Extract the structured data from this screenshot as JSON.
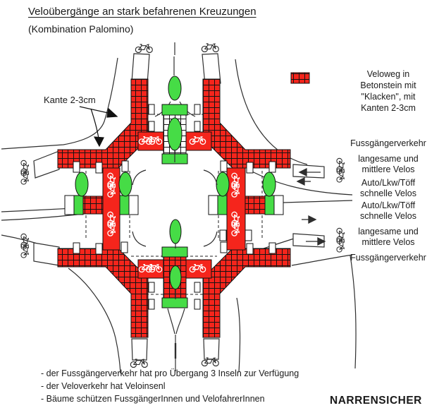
{
  "title": "Veloübergänge an stark befahrenen Kreuzungen",
  "subtitle": "(Kombination Palomino)",
  "annotations": {
    "kante": "Kante 2-3cm"
  },
  "legend": {
    "swatch": "red-grid-paving",
    "lines": [
      "Veloweg in",
      "Betonstein mit",
      "\"Klacken\", mit",
      "Kanten 2-3cm"
    ]
  },
  "traffic_labels": [
    "Fussgängerverkehr",
    "langesame und",
    "mittlere Velos",
    "Auto/Lkw/Töff",
    "schnelle Velos",
    "Auto/Lkw/Töff",
    "schnelle Velos",
    "langesame und",
    "mittlere Velos",
    "Fussgängerverkehr"
  ],
  "notes": [
    "- der Fussgängerverkehr hat pro Übergang 3 Inseln zur Verfügung",
    "- der Veloverkehr hat Veloinsenl",
    "- Bäume schützen FussgängerInnen und VelofahrerInnen"
  ],
  "brand": "NARRENSICHER",
  "colors": {
    "velo_red": "#f5251c",
    "island_green": "#46dc46"
  }
}
